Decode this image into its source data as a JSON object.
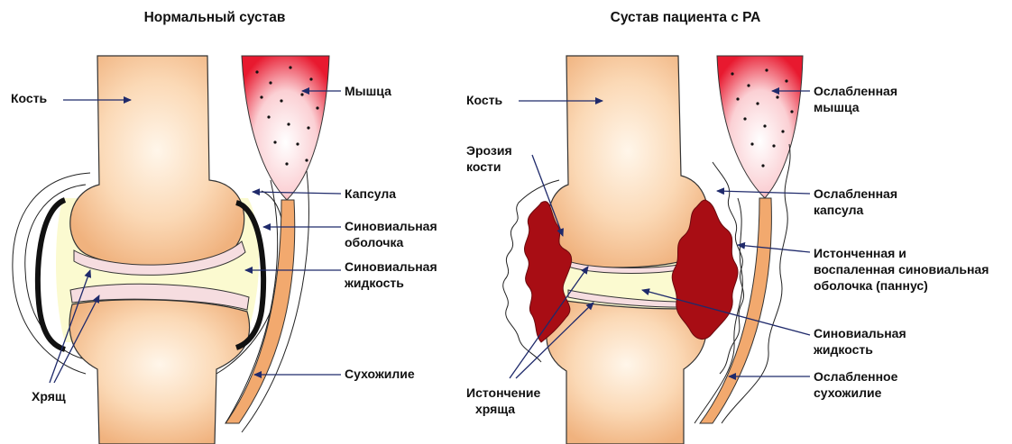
{
  "titles": {
    "normal": "Нормальный сустав",
    "ra": "Сустав пациента с РА"
  },
  "labels": {
    "left": {
      "bone": "Кость",
      "muscle": "Мышца",
      "capsule": "Капсула",
      "synovium": [
        "Синовиальная",
        "оболочка"
      ],
      "fluid": [
        "Синовиальная",
        "жидкость"
      ],
      "tendon": "Сухожилие",
      "cartilage": "Хрящ"
    },
    "right": {
      "bone": "Кость",
      "erosion": [
        "Эрозия",
        "кости"
      ],
      "muscle": [
        "Ослабленная",
        "мышца"
      ],
      "capsule": [
        "Ослабленная",
        "капсула"
      ],
      "pannus": [
        "Истонченная и",
        "воспаленная синовиальная",
        "оболочка (паннус)"
      ],
      "fluid": [
        "Синовиальная",
        "жидкость"
      ],
      "tendon": [
        "Ослабленное",
        "сухожилие"
      ],
      "cartilage": [
        "Истончение",
        "хряща"
      ]
    }
  },
  "colors": {
    "bone_center": "#fdeedd",
    "bone_edge": "#f2b98a",
    "muscle_red": "#e8192f",
    "fluid": "#fbfad0",
    "cartilage": "#f6dde0",
    "tendon": "#f2a96e",
    "synovium": "#111111",
    "pannus": "#a80d14",
    "arrow": "#1f2a6b"
  }
}
